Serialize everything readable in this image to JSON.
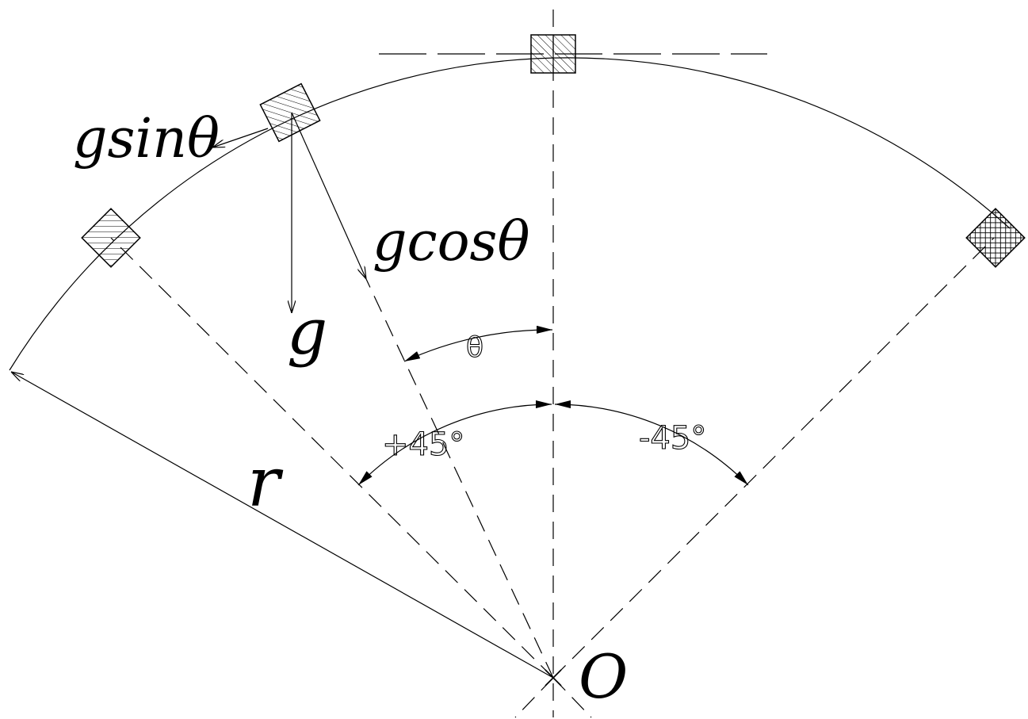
{
  "labels": {
    "g_sin": "gsinθ",
    "g_cos": "gcosθ",
    "g": "g",
    "theta": "θ",
    "plus45": "+45°",
    "minus45": "-45°",
    "radius": "r",
    "origin": "O"
  },
  "colors": {
    "ink": "#000000",
    "background": "#ffffff"
  }
}
